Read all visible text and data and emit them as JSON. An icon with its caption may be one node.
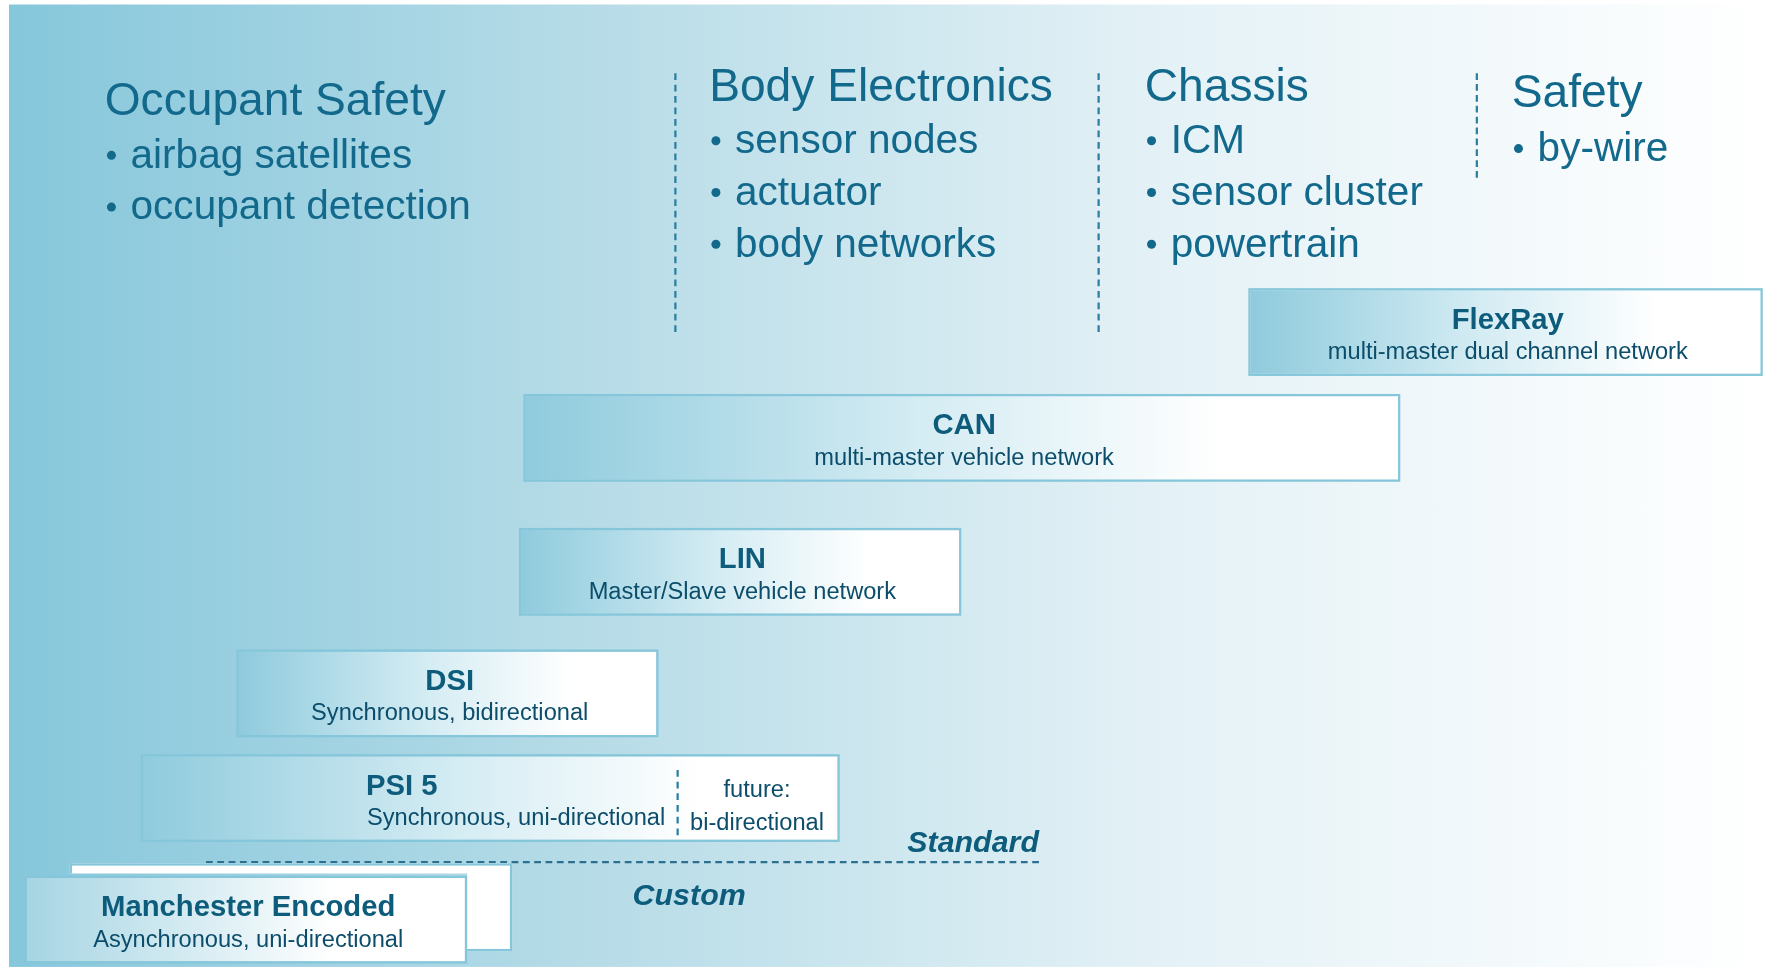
{
  "diagram": {
    "nodes": [
      {
        "text": [
          "FlexRay",
          "multi-master dual channel network"
        ]
      },
      {
        "text": [
          "CAN",
          "multi-master vehicle network"
        ]
      },
      {
        "text": [
          "LIN",
          "Master/Slave vehicle network"
        ]
      },
      {
        "text": [
          "DSI",
          "Synchronous, bidirectional"
        ]
      },
      {
        "text": [
          "PSI 5",
          "Synchronous, uni-directional",
          "future: bi-directional"
        ]
      },
      {
        "text": [],
        "shape": "box"
      },
      {
        "text": [
          "Manchester Encoded",
          "Asynchronous, uni-directional"
        ]
      }
    ],
    "labels": [
      "Occupant Safety",
      "airbag satellites",
      "occupant detection",
      "Body Electronics",
      "sensor nodes",
      "actuator",
      "body networks",
      "Chassis",
      "ICM",
      "sensor cluster",
      "powertrain",
      "Safety",
      "by-wire",
      "Standard",
      "Custom"
    ]
  }
}
